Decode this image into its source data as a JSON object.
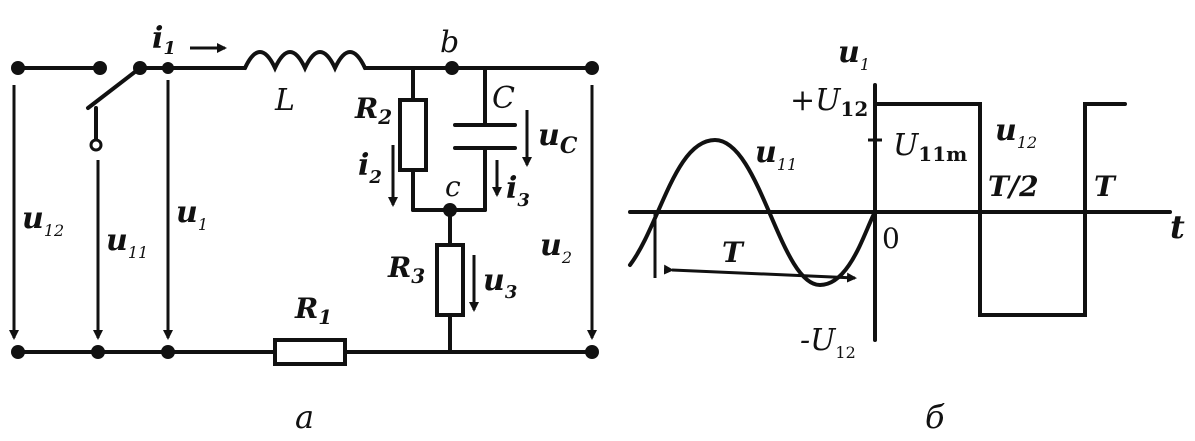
{
  "circuit": {
    "current_i1": "i",
    "current_i1_sub": "1",
    "inductor": "L",
    "node_b": "b",
    "node_c": "c",
    "resistor_r2": "R",
    "resistor_r2_sub": "2",
    "capacitor": "C",
    "voltage_uc": "u",
    "voltage_uc_sub": "C",
    "current_i2": "i",
    "current_i2_sub": "2",
    "current_i3": "i",
    "current_i3_sub": "3",
    "resistor_r3": "R",
    "resistor_r3_sub": "3",
    "voltage_u3": "u",
    "voltage_u3_sub": "3",
    "resistor_r1": "R",
    "resistor_r1_sub": "1",
    "voltage_u12": "u",
    "voltage_u12_sub": "12",
    "voltage_u11": "u",
    "voltage_u11_sub": "11",
    "voltage_u1": "u",
    "voltage_u1_sub": "1",
    "voltage_u2": "u",
    "voltage_u2_sub": "2",
    "caption": "а"
  },
  "graph": {
    "axis_y": "u",
    "axis_y_sub": "1",
    "axis_x": "t",
    "plus_u12": "+U",
    "plus_u12_sub": "12",
    "u11m": "U",
    "u11m_sub": "11m",
    "minus_u12": "-U",
    "minus_u12_sub": "12",
    "curve_u11": "u",
    "curve_u11_sub": "11",
    "curve_u12": "u",
    "curve_u12_sub": "12",
    "half_period": "T/2",
    "period_t": "T",
    "period_arrow_t": "T",
    "origin": "0",
    "caption": "б"
  }
}
